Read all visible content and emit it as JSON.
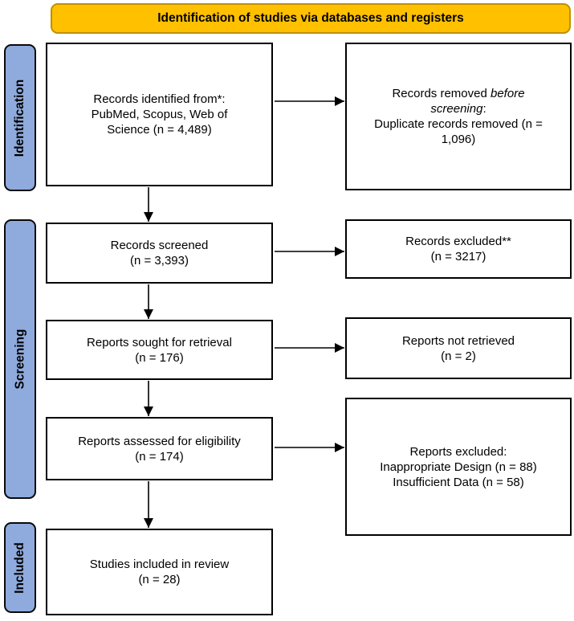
{
  "header": {
    "title": "Identification of studies via databases and registers"
  },
  "sidebar": {
    "stages": [
      {
        "label": "Identification"
      },
      {
        "label": "Screening"
      },
      {
        "label": "Included"
      }
    ]
  },
  "flow": {
    "identified": {
      "text": "Records identified from*:\nPubMed, Scopus, Web of\nScience (n = 4,489)"
    },
    "screened": {
      "text": "Records screened\n(n = 3,393)"
    },
    "sought": {
      "text": "Reports sought for retrieval\n(n = 176)"
    },
    "assessed": {
      "text": "Reports assessed for eligibility\n(n = 174)"
    },
    "included": {
      "text": "Studies included in review\n(n = 28)"
    }
  },
  "exclusions": {
    "removed_before_screening": {
      "prefix": "Records removed ",
      "italic": "before\nscreening",
      "suffix": ":\nDuplicate records removed (n =\n1,096)"
    },
    "records_excluded": {
      "text": "Records excluded**\n(n = 3217)"
    },
    "not_retrieved": {
      "text": "Reports not retrieved\n(n = 2)"
    },
    "reports_excluded": {
      "text": "Reports excluded:\nInappropriate Design (n = 88)\nInsufficient Data (n = 58)"
    }
  },
  "colors": {
    "banner_fill": "#FFC000",
    "banner_border": "#BF9000",
    "stage_fill": "#8FAADC",
    "outline": "#000000",
    "arrow": "#000000"
  }
}
